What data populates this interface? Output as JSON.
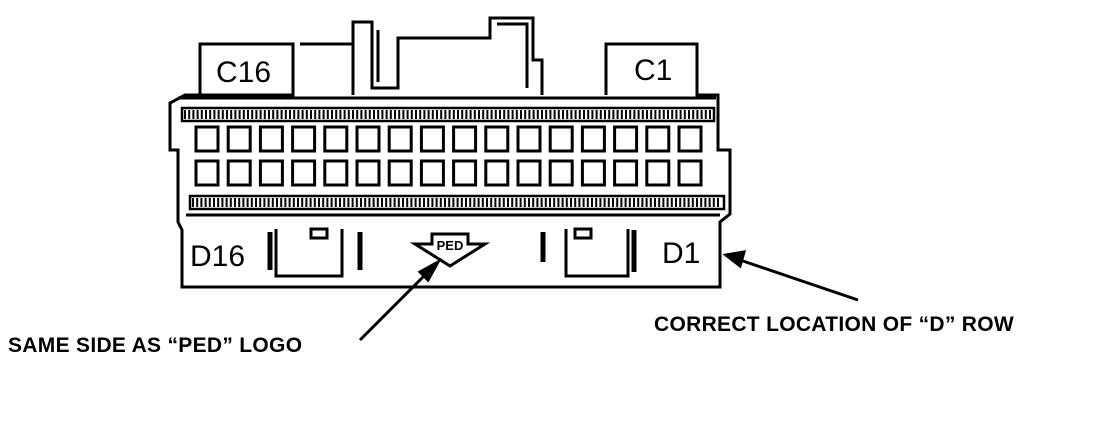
{
  "connector": {
    "labels": {
      "c16": "C16",
      "c1": "C1",
      "d16": "D16",
      "d1": "D1",
      "logo": "PED"
    },
    "pins_per_row": 16
  },
  "callouts": {
    "left": "SAME SIDE AS “PED” LOGO",
    "right": "CORRECT LOCATION OF “D” ROW"
  }
}
